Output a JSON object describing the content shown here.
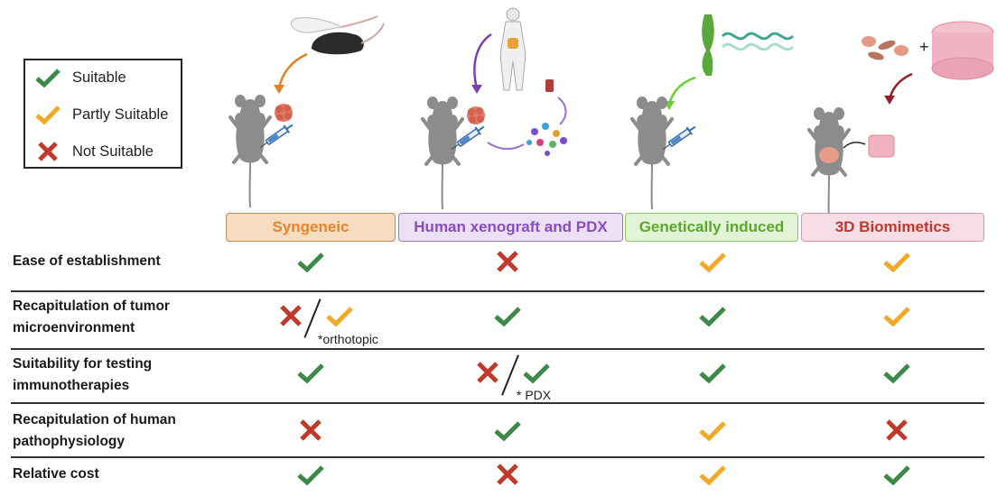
{
  "colors": {
    "suitable": "#3d8a48",
    "partly": "#f2a928",
    "not": "#c0392b"
  },
  "legend": [
    {
      "icon": "check-icon",
      "status": "suitable",
      "label": "Suitable"
    },
    {
      "icon": "check-icon",
      "status": "partly",
      "label": "Partly Suitable"
    },
    {
      "icon": "cross-icon",
      "status": "not",
      "label": "Not Suitable"
    }
  ],
  "models": [
    {
      "label": "Syngeneic",
      "text_color": "#e8832a",
      "bg": "#f6dcc0",
      "border": "#b98a5a"
    },
    {
      "label": "Human xenograft and PDX",
      "text_color": "#8a4cc0",
      "bg": "#ece0f5",
      "border": "#9a7ab8"
    },
    {
      "label": "Genetically induced",
      "text_color": "#5aa82c",
      "bg": "#e3f3d8",
      "border": "#8cc46a"
    },
    {
      "label": "3D Biomimetics",
      "text_color": "#c0392b",
      "bg": "#f6dde6",
      "border": "#cc9aaa"
    }
  ],
  "criteria": [
    {
      "label": "Ease of establishment",
      "cells": [
        {
          "status": "suitable"
        },
        {
          "status": "not"
        },
        {
          "status": "partly"
        },
        {
          "status": "partly"
        }
      ]
    },
    {
      "label": "Recapitulation of tumor microenvironment",
      "cells": [
        {
          "status": "not",
          "alt": "partly",
          "note": "*orthotopic"
        },
        {
          "status": "suitable"
        },
        {
          "status": "suitable"
        },
        {
          "status": "partly"
        }
      ]
    },
    {
      "label": "Suitability for testing immunotherapies",
      "cells": [
        {
          "status": "suitable"
        },
        {
          "status": "not",
          "alt": "suitable",
          "note": "* PDX"
        },
        {
          "status": "suitable"
        },
        {
          "status": "suitable"
        }
      ]
    },
    {
      "label": "Recapitulation of human pathophysiology",
      "cells": [
        {
          "status": "not"
        },
        {
          "status": "suitable"
        },
        {
          "status": "partly"
        },
        {
          "status": "not"
        }
      ]
    },
    {
      "label": "Relative cost",
      "cells": [
        {
          "status": "suitable"
        },
        {
          "status": "not"
        },
        {
          "status": "partly"
        },
        {
          "status": "suitable"
        }
      ]
    }
  ]
}
